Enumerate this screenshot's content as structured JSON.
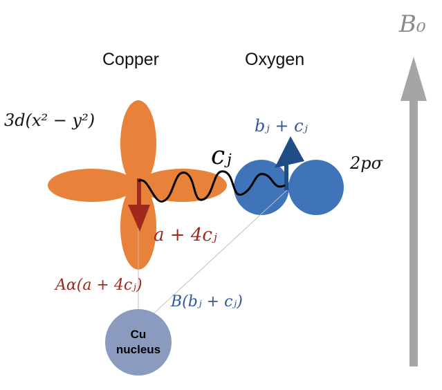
{
  "labels": {
    "copper": "Copper",
    "oxygen": "Oxygen",
    "orbital_d": "3d(x² − y²)",
    "orbital_p": "2pσ",
    "spin_oxygen": "bⱼ + cⱼ",
    "transfer": "cⱼ",
    "spin_copper": "a + 4cⱼ",
    "hyperfine_A": "Aα(a + 4cⱼ)",
    "hyperfine_B": "B(bⱼ + cⱼ)",
    "nucleus_line1": "Cu",
    "nucleus_line2": "nucleus",
    "field": "B₀"
  },
  "colors": {
    "copper_orbital": "#E8823A",
    "oxygen_orbital": "#3F74B8",
    "copper_arrow": "#A0281C",
    "oxygen_arrow": "#1F4E86",
    "nucleus": "#8A9BBF",
    "field_arrow": "#A5A5A5",
    "text_red": "#9B2A1E",
    "text_blue": "#2F58A0"
  }
}
